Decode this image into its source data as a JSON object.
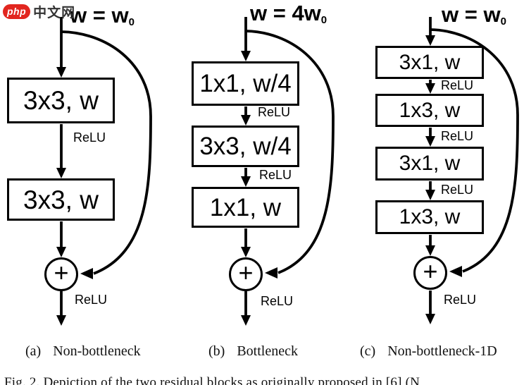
{
  "watermark": {
    "badge": "php",
    "text": "中文网"
  },
  "labels": {
    "relu": "ReLU",
    "plus": "+"
  },
  "columns": [
    {
      "id": "a",
      "width_title": {
        "main": "w = w",
        "sub": "0"
      },
      "ops": [
        "3x3, w",
        "3x3, w"
      ],
      "caption": {
        "tag": "(a)",
        "name": "Non-bottleneck"
      }
    },
    {
      "id": "b",
      "width_title": {
        "main": "w = 4w",
        "sub": "0"
      },
      "ops": [
        "1x1, w/4",
        "3x3, w/4",
        "1x1, w"
      ],
      "caption": {
        "tag": "(b)",
        "name": "Bottleneck"
      }
    },
    {
      "id": "c",
      "width_title": {
        "main": "w = w",
        "sub": "0"
      },
      "ops": [
        "3x1, w",
        "1x3, w",
        "3x1, w",
        "1x3, w"
      ],
      "caption": {
        "tag": "(c)",
        "name": "Non-bottleneck-1D"
      }
    }
  ],
  "figure_caption": "Fig. 2.   Depiction of the two residual blocks as originally proposed in [6] (N"
}
